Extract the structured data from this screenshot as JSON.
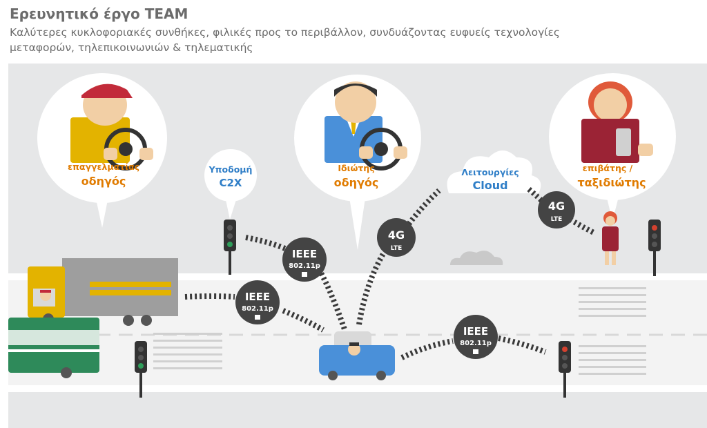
{
  "header": {
    "title": "Ερευνητικό έργο TEAM",
    "subtitle_line1": "Καλύτερες κυκλοφοριακές συνθήκες, φιλικές προς το περιβάλλον, συνδυάζοντας ευφυείς τεχνολογίες",
    "subtitle_line2": "μεταφορών, τηλεπικοινωνιών & τηλεματικής"
  },
  "roles": {
    "professional_line1": "επαγγελματίας",
    "professional_line2": "οδηγός",
    "private_line1": "Ιδιώτης",
    "private_line2": "οδηγός",
    "passenger_line1": "επιβάτης /",
    "passenger_line2": "ταξιδιώτης"
  },
  "infra": {
    "line1": "Υποδομή",
    "line2": "C2X"
  },
  "cloud": {
    "line1": "Λειτουργίες",
    "line2": "Cloud"
  },
  "badges": {
    "ieee": "IEEE",
    "ieee_sub": "802.11p",
    "g4": "4G",
    "lte": "LTE"
  },
  "colors": {
    "professional": "#e07b00",
    "private": "#e07b00",
    "passenger": "#e07b00",
    "infra": "#2f7ec7",
    "cloud": "#2f7ec7",
    "badge_bg": "#444444"
  }
}
